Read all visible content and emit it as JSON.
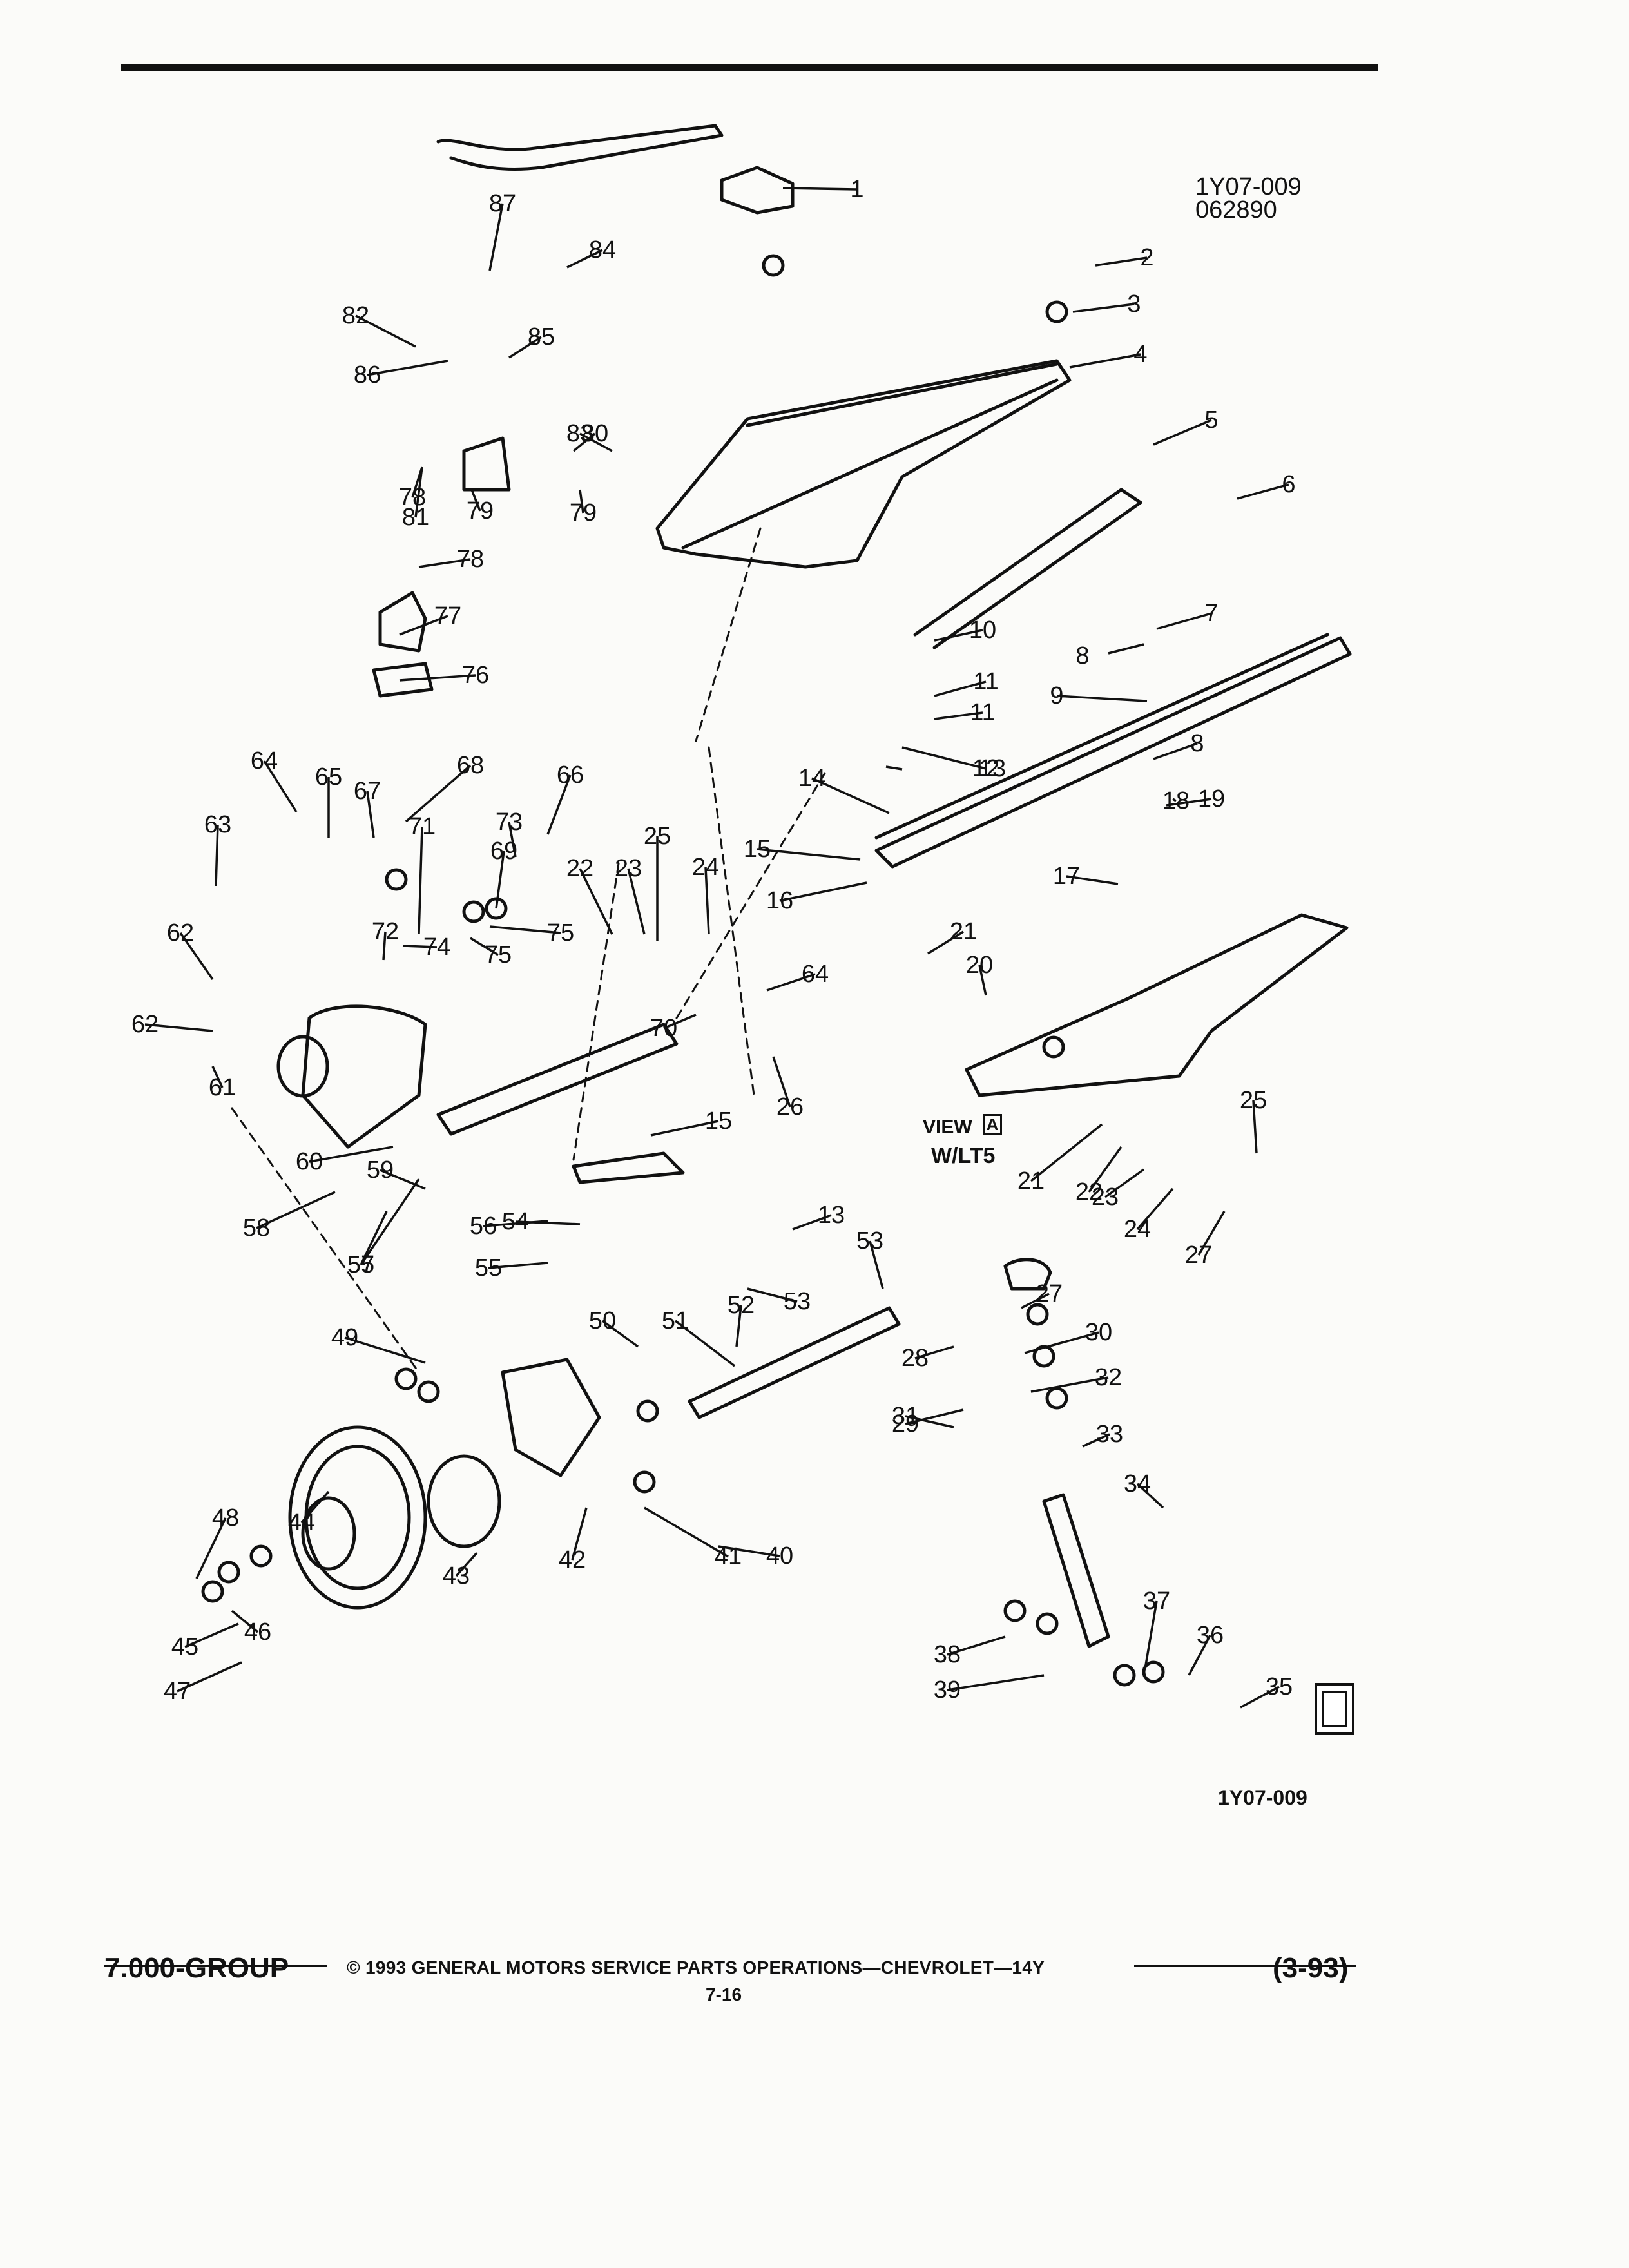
{
  "figure": {
    "id_top": "1Y07-009",
    "date_code": "062890",
    "id_bottom": "1Y07-009"
  },
  "view_label": {
    "view": "VIEW",
    "box_letter": "A",
    "variant": "W/LT5"
  },
  "callouts": [
    "1",
    "2",
    "3",
    "4",
    "5",
    "6",
    "7",
    "8",
    "8",
    "9",
    "10",
    "11",
    "11",
    "12",
    "13",
    "13",
    "14",
    "15",
    "15",
    "16",
    "17",
    "18",
    "19",
    "20",
    "21",
    "21",
    "22",
    "22",
    "23",
    "23",
    "24",
    "24",
    "25",
    "25",
    "26",
    "27",
    "27",
    "28",
    "29",
    "30",
    "31",
    "32",
    "33",
    "34",
    "35",
    "36",
    "37",
    "38",
    "39",
    "40",
    "41",
    "42",
    "43",
    "44",
    "45",
    "46",
    "47",
    "48",
    "49",
    "50",
    "51",
    "52",
    "53",
    "53",
    "54",
    "55",
    "55",
    "56",
    "57",
    "58",
    "59",
    "60",
    "61",
    "62",
    "62",
    "63",
    "64",
    "64",
    "65",
    "66",
    "67",
    "68",
    "69",
    "70",
    "71",
    "72",
    "73",
    "74",
    "75",
    "75",
    "76",
    "77",
    "78",
    "78",
    "79",
    "79",
    "80",
    "81",
    "82",
    "83",
    "84",
    "85",
    "86",
    "87"
  ],
  "footer": {
    "group": "7.000-GROUP",
    "copyright": "© 1993 GENERAL MOTORS SERVICE PARTS OPERATIONS—CHEVROLET—14Y",
    "page": "7-16",
    "date": "(3-93)"
  }
}
